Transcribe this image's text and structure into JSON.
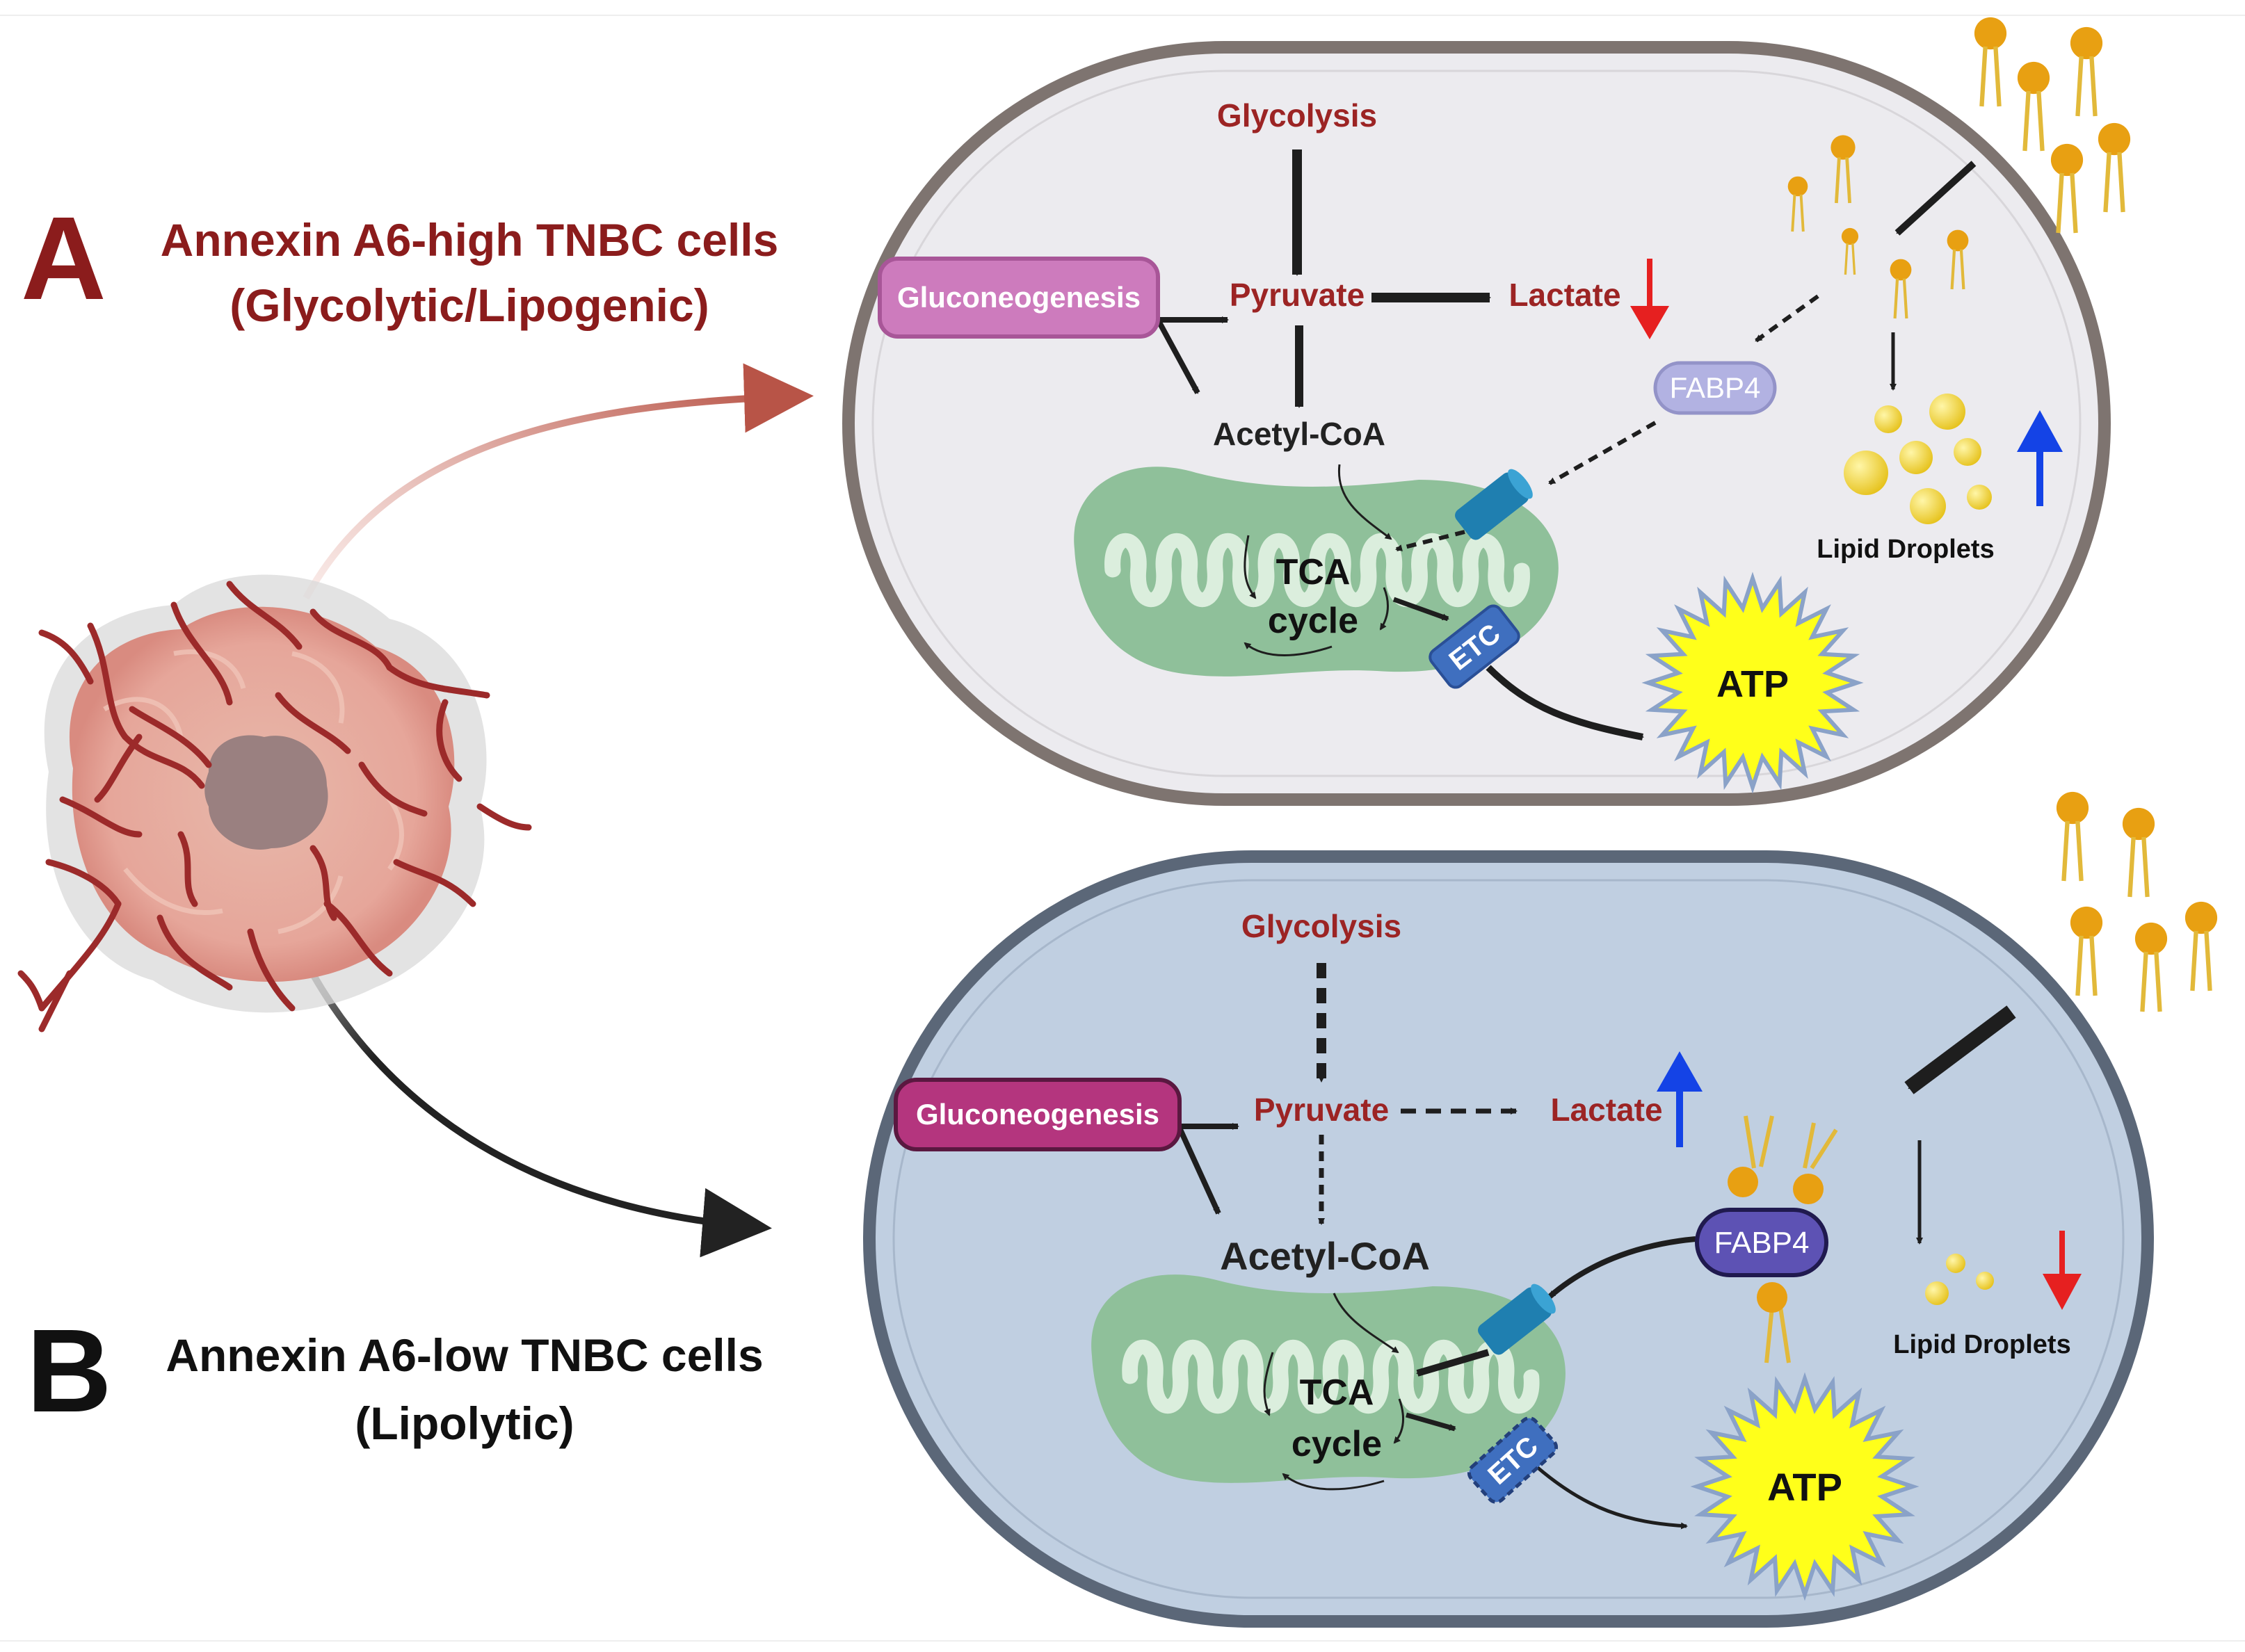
{
  "panel_a": {
    "letter": "A",
    "title_line1": "Annexin A6-high TNBC cells",
    "title_line2": "(Glycolytic/Lipogenic)",
    "glycolysis": "Glycolysis",
    "pyruvate": "Pyruvate",
    "lactate": "Lactate",
    "gluconeogenesis": "Gluconeogenesis",
    "acetyl_coa": "Acetyl-CoA",
    "fabp4": "FABP4",
    "tca_line1": "TCA",
    "tca_line2": "cycle",
    "etc": "ETC",
    "atp": "ATP",
    "lipid_droplets": "Lipid Droplets",
    "lactate_change": "down",
    "lipid_droplet_change": "up"
  },
  "panel_b": {
    "letter": "B",
    "title_line1": "Annexin A6-low TNBC cells",
    "title_line2": "(Lipolytic)",
    "glycolysis": "Glycolysis",
    "pyruvate": "Pyruvate",
    "lactate": "Lactate",
    "gluconeogenesis": "Gluconeogenesis",
    "acetyl_coa": "Acetyl-CoA",
    "fabp4": "FABP4",
    "tca_line1": "TCA",
    "tca_line2": "cycle",
    "etc": "ETC",
    "atp": "ATP",
    "lipid_droplets": "Lipid Droplets",
    "lactate_change": "up",
    "lipid_droplet_change": "down"
  },
  "colors": {
    "dark_red": "#8b1c1c",
    "label_red": "#9c2424",
    "up_arrow": "#1443e6",
    "down_arrow": "#e62020",
    "cell_a_fill": "#ecebef",
    "cell_b_fill": "#c0cfe1",
    "mito_green": "#8fc09a",
    "gluconeo_a": "#cd7bbd",
    "gluconeo_b": "#b4357e",
    "fabp4_a": "#b2b2e2",
    "fabp4_b": "#5d52b4",
    "etc_blue": "#3f6fbf",
    "atp_yellow": "#ffff1a",
    "lipid_orange": "#e8a012",
    "droplet_yellow": "#f5d430"
  }
}
